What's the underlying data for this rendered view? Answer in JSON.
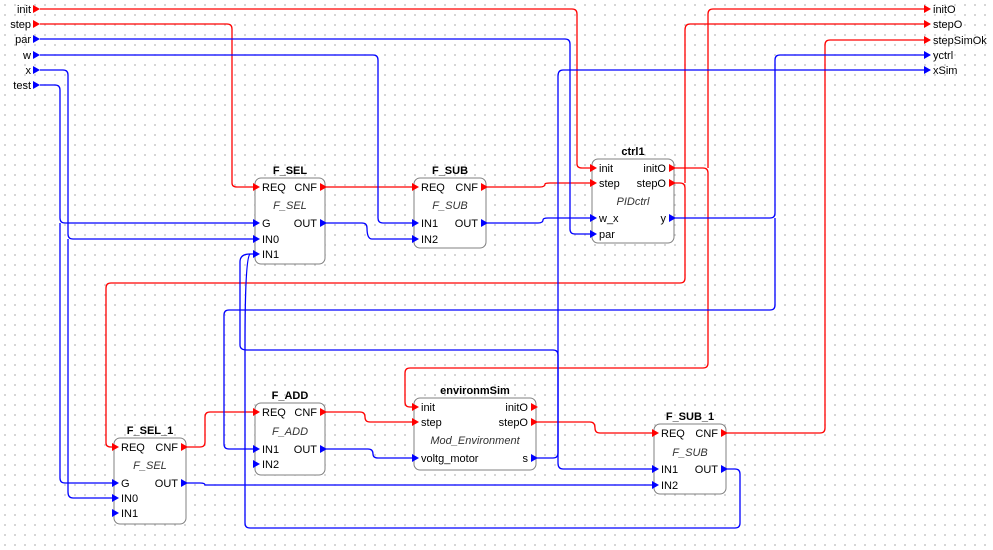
{
  "colors": {
    "event": "#ff0000",
    "data": "#0000ff",
    "block_border": "#808080",
    "block_fill": "#ffffff"
  },
  "inputs": [
    "init",
    "step",
    "par",
    "w",
    "x",
    "test"
  ],
  "outputs": [
    "initO",
    "stepO",
    "stepSimOk",
    "yctrl",
    "xSim"
  ],
  "blocks": [
    {
      "id": "f_sel",
      "name": "F_SEL",
      "type": "F_SEL",
      "event_in": [
        "REQ"
      ],
      "event_out": [
        "CNF"
      ],
      "data_in": [
        "G",
        "IN0",
        "IN1"
      ],
      "data_out": [
        "OUT"
      ]
    },
    {
      "id": "f_sub",
      "name": "F_SUB",
      "type": "F_SUB",
      "event_in": [
        "REQ"
      ],
      "event_out": [
        "CNF"
      ],
      "data_in": [
        "IN1",
        "IN2"
      ],
      "data_out": [
        "OUT"
      ]
    },
    {
      "id": "ctrl1",
      "name": "ctrl1",
      "type": "PIDctrl",
      "event_in": [
        "init",
        "step"
      ],
      "event_out": [
        "initO",
        "stepO"
      ],
      "data_in": [
        "w_x",
        "par"
      ],
      "data_out": [
        "y"
      ]
    },
    {
      "id": "f_add",
      "name": "F_ADD",
      "type": "F_ADD",
      "event_in": [
        "REQ"
      ],
      "event_out": [
        "CNF"
      ],
      "data_in": [
        "IN1",
        "IN2"
      ],
      "data_out": [
        "OUT"
      ]
    },
    {
      "id": "environmsim",
      "name": "environmSim",
      "type": "Mod_Environment",
      "event_in": [
        "init",
        "step"
      ],
      "event_out": [
        "initO",
        "stepO"
      ],
      "data_in": [
        "voltg_motor"
      ],
      "data_out": [
        "s"
      ]
    },
    {
      "id": "f_sel_1",
      "name": "F_SEL_1",
      "type": "F_SEL",
      "event_in": [
        "REQ"
      ],
      "event_out": [
        "CNF"
      ],
      "data_in": [
        "G",
        "IN0",
        "IN1"
      ],
      "data_out": [
        "OUT"
      ]
    },
    {
      "id": "f_sub_1",
      "name": "F_SUB_1",
      "type": "F_SUB",
      "event_in": [
        "REQ"
      ],
      "event_out": [
        "CNF"
      ],
      "data_in": [
        "IN1",
        "IN2"
      ],
      "data_out": [
        "OUT"
      ]
    }
  ]
}
